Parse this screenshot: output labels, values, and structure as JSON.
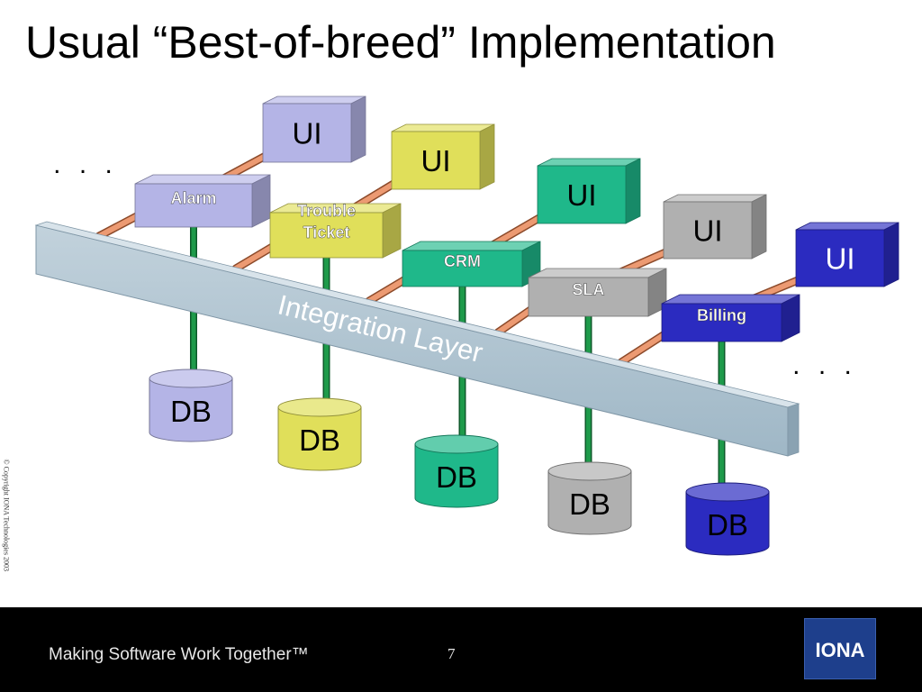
{
  "slide": {
    "title": "Usual “Best-of-breed” Implementation",
    "copyright": "© Copyright IONA Technologies 2003",
    "footer_tagline": "Making Software Work Together™",
    "page_number": "7",
    "logo_text": "IONA"
  },
  "diagram": {
    "integration_layer_label": "Integration Layer",
    "ellipsis": ". . .",
    "columns": [
      {
        "app": "Alarm",
        "ui": "UI",
        "db": "DB",
        "color": "#b4b4e6"
      },
      {
        "app": "Trouble Ticket",
        "ui": "UI",
        "db": "DB",
        "color": "#e0df5a"
      },
      {
        "app": "CRM",
        "ui": "UI",
        "db": "DB",
        "color": "#1fb88a"
      },
      {
        "app": "SLA",
        "ui": "UI",
        "db": "DB",
        "color": "#b0b0b0"
      },
      {
        "app": "Billing",
        "ui": "UI",
        "db": "DB",
        "color": "#2b2bc0"
      }
    ]
  }
}
